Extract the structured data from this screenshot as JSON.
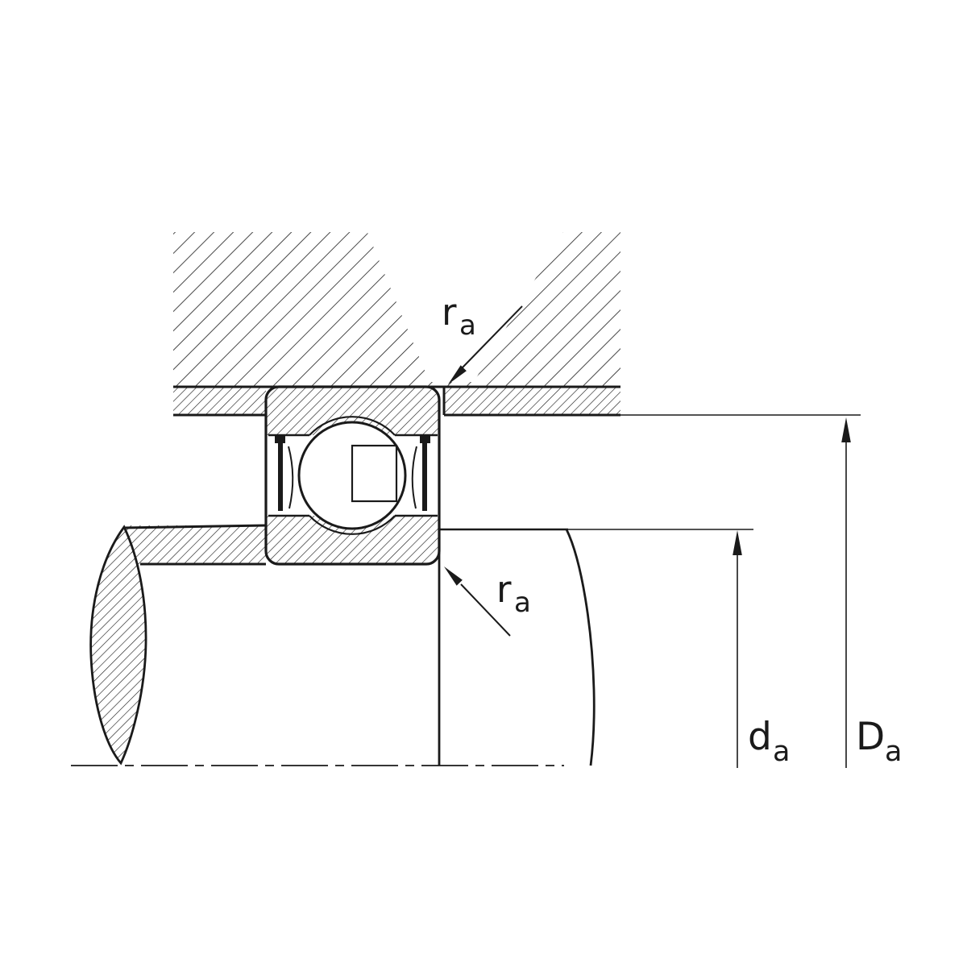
{
  "figure": {
    "type": "bearing-mounting-dimensions-cross-section",
    "background": "#ffffff",
    "ink_color": "#1a1a1a"
  },
  "labels": {
    "fillet_top": {
      "main": "r",
      "sub": "a"
    },
    "fillet_bottom": {
      "main": "r",
      "sub": "a"
    },
    "shaft_abutment_diameter": {
      "main": "d",
      "sub": "a"
    },
    "housing_abutment_diameter": {
      "main": "D",
      "sub": "a"
    }
  }
}
